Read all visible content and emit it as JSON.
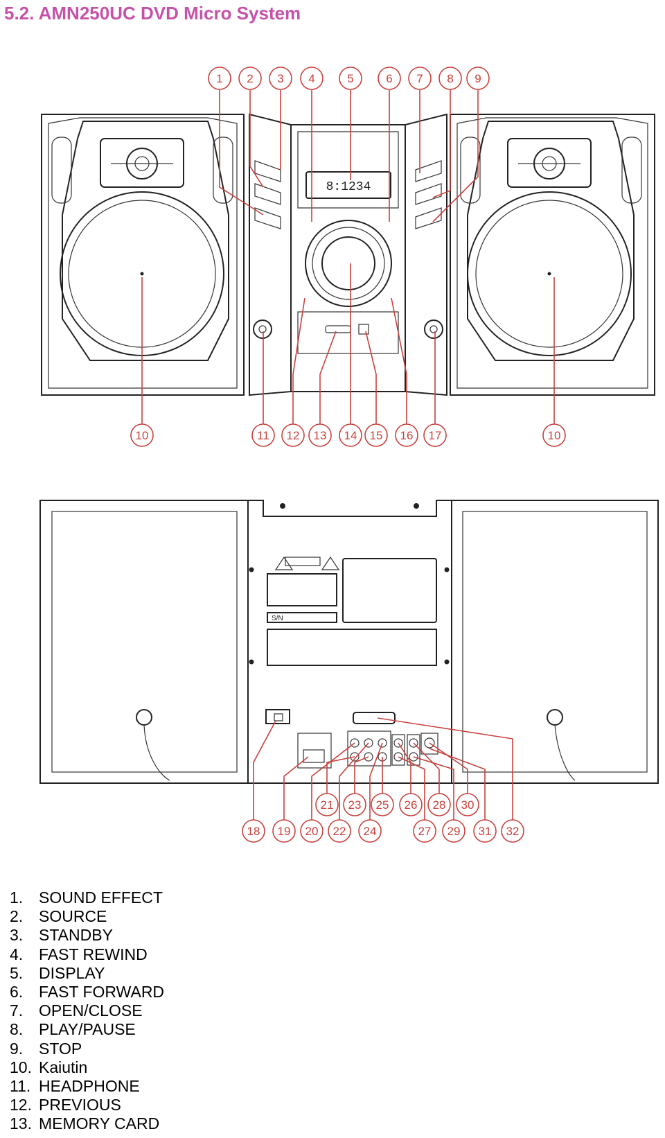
{
  "heading": "5.2. AMN250UC DVD Micro System",
  "colors": {
    "heading": "#c552a8",
    "callout": "#c9413c"
  },
  "front_callouts": [
    "1",
    "2",
    "3",
    "4",
    "5",
    "6",
    "7",
    "8",
    "9",
    "10",
    "11",
    "12",
    "13",
    "14",
    "15",
    "16",
    "17",
    "10"
  ],
  "rear_callouts": [
    "18",
    "19",
    "20",
    "21",
    "22",
    "23",
    "24",
    "25",
    "26",
    "27",
    "28",
    "29",
    "30",
    "31",
    "32"
  ],
  "device_labels": {
    "display": "8:1234",
    "serial_label": "S/N"
  },
  "parts": [
    {
      "num": "1.",
      "label": "SOUND EFFECT"
    },
    {
      "num": "2.",
      "label": "SOURCE"
    },
    {
      "num": "3.",
      "label": "STANDBY"
    },
    {
      "num": "4.",
      "label": "FAST REWIND"
    },
    {
      "num": "5.",
      "label": "DISPLAY"
    },
    {
      "num": "6.",
      "label": "FAST FORWARD"
    },
    {
      "num": "7.",
      "label": "OPEN/CLOSE"
    },
    {
      "num": "8.",
      "label": "PLAY/PAUSE"
    },
    {
      "num": "9.",
      "label": "STOP"
    },
    {
      "num": "10.",
      "label": "Kaiutin"
    },
    {
      "num": "11.",
      "label": "HEADPHONE"
    },
    {
      "num": "12.",
      "label": "PREVIOUS"
    },
    {
      "num": "13.",
      "label": "MEMORY CARD"
    }
  ]
}
